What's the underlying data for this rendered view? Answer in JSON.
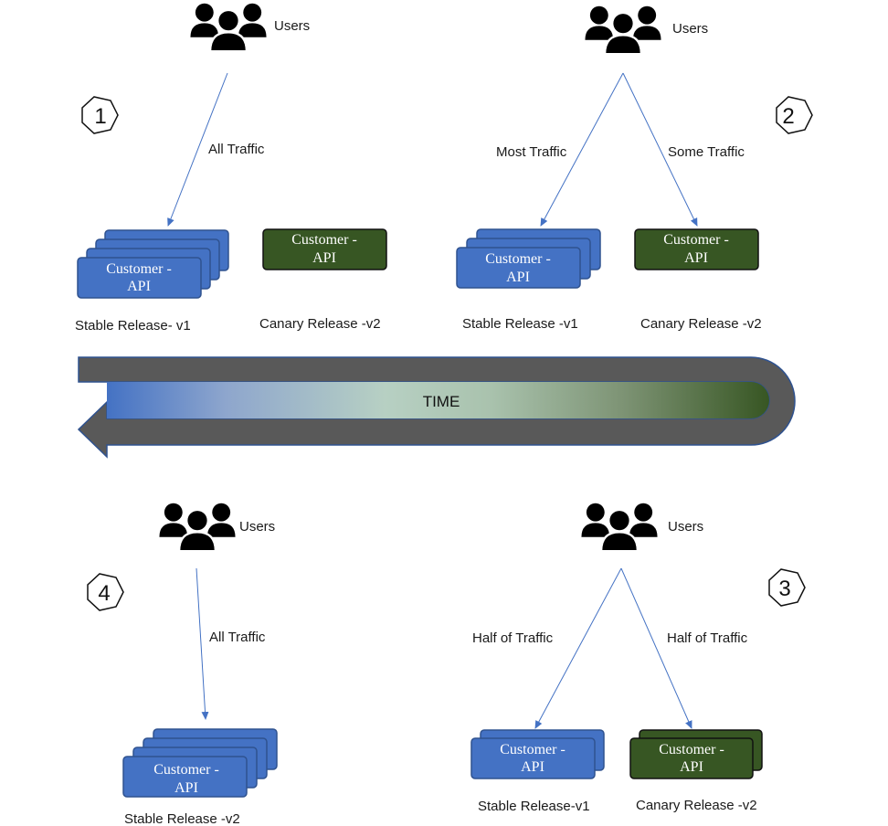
{
  "users_label": "Users",
  "box_label_line1": "Customer -",
  "box_label_line2": "API",
  "time_label": "TIME",
  "steps": {
    "s1": {
      "number": "1",
      "traffic": "All Traffic",
      "stable_caption": "Stable Release- v1",
      "canary_caption": "Canary Release -v2"
    },
    "s2": {
      "number": "2",
      "traffic_left": "Most Traffic",
      "traffic_right": "Some Traffic",
      "stable_caption": "Stable Release -v1",
      "canary_caption": "Canary Release -v2"
    },
    "s3": {
      "number": "3",
      "traffic_left": "Half of Traffic",
      "traffic_right": "Half of Traffic",
      "stable_caption": "Stable Release-v1",
      "canary_caption": "Canary Release -v2"
    },
    "s4": {
      "number": "4",
      "traffic": "All Traffic",
      "stable_caption": "Stable Release -v2"
    }
  },
  "colors": {
    "stable_fill": "#4472c4",
    "canary_fill": "#375623",
    "arrow": "#4472c4",
    "time_band": "#595959"
  }
}
